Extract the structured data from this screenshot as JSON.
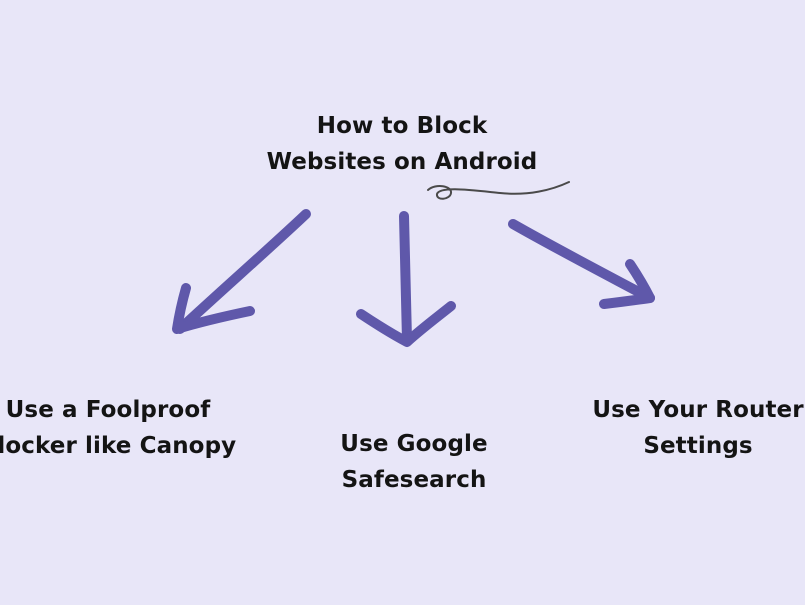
{
  "colors": {
    "background": "#e8e6f8",
    "arrow": "#5f58aa",
    "text": "#141414",
    "squiggle": "#4a4a4a"
  },
  "title": {
    "line1": "How to Block",
    "line2": "Websites on Android"
  },
  "options": [
    {
      "line1": "Use a Foolproof",
      "line2": "Blocker like Canopy"
    },
    {
      "line1": "Use Google",
      "line2": "Safesearch"
    },
    {
      "line1": "Use Your Router",
      "line2": "Settings"
    }
  ]
}
